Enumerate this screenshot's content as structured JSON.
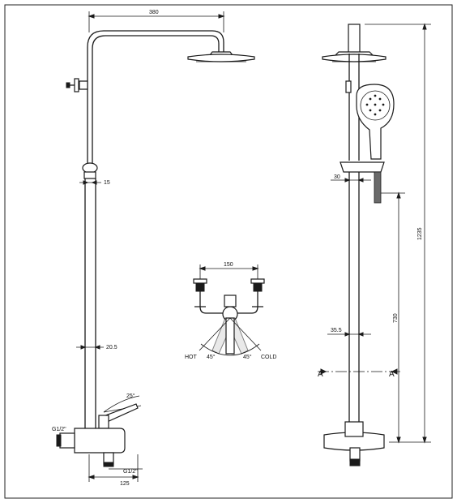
{
  "dimensions": {
    "head_reach": "380",
    "bar_dia_top": "15",
    "bar_dia_bottom": "20.5",
    "lever_angle": "25°",
    "outlet_thread": "G1/2\"",
    "inlet_thread": "G1/2\"",
    "spout_depth": "125",
    "inlet_spacing": "150",
    "hot_angle": "45°",
    "cold_angle": "45°",
    "holder_width": "30",
    "total_height": "1235",
    "holder_height": "730",
    "side_bar_dia": "35.5"
  },
  "labels": {
    "hot": "HOT",
    "cold": "COLD",
    "section_left": "A",
    "section_right": "A"
  }
}
